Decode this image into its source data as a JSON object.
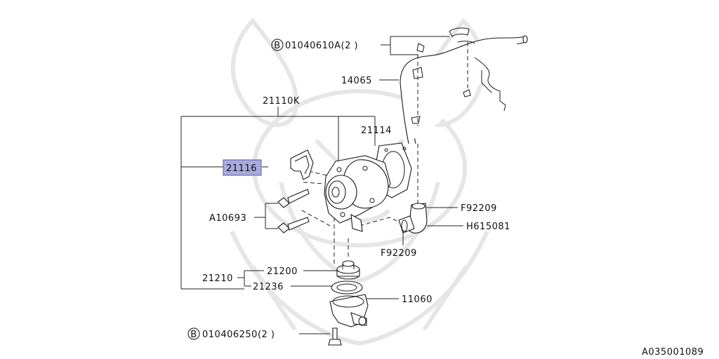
{
  "colors": {
    "highlight_fill": "#a9a9dd",
    "highlight_stroke": "#5a5aa8",
    "line": "#222222",
    "watermark": "#e6e6e6"
  },
  "labels": {
    "bolt_top": "01040610A(2 )",
    "bolt_top_marker": "B",
    "pipe": "14065",
    "kit": "21110K",
    "plate": "21114",
    "gasket_highlight": "21116",
    "bolts_left": "A10693",
    "clamp_top": "F92209",
    "hose": "H615081",
    "clamp_bottom": "F92209",
    "thermostat_group": "21210",
    "thermostat": "21200",
    "thermostat_gasket": "21236",
    "thermostat_cover": "11060",
    "bolt_bottom": "010406250(2 )",
    "bolt_bottom_marker": "B",
    "diagram_id": "A035001089"
  }
}
